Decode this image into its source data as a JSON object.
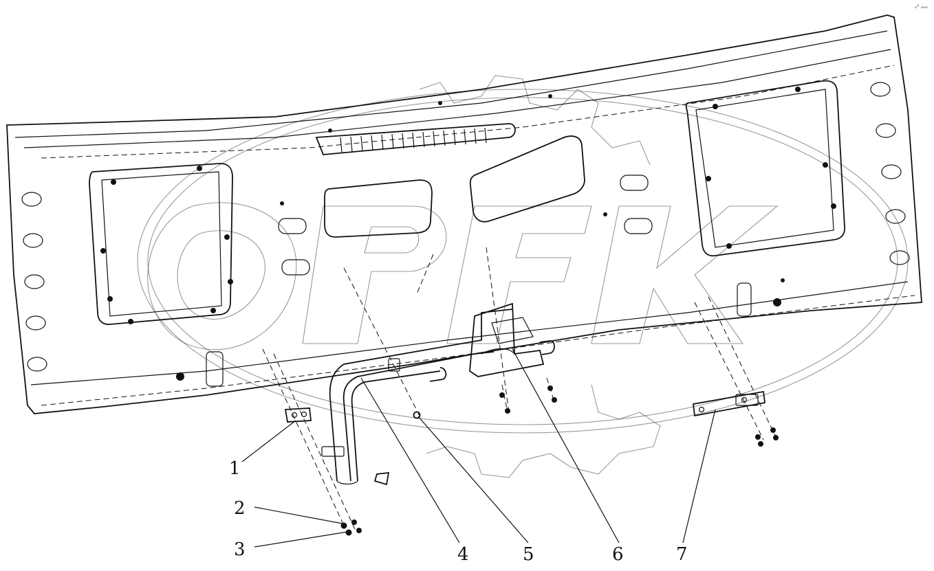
{
  "colors": {
    "line": "#111111",
    "background": "#ffffff",
    "watermark": "#444444"
  },
  "corner_mark": "ₒ⁰ ₒₒₒ",
  "callouts": [
    {
      "id": "1",
      "label": "1"
    },
    {
      "id": "2",
      "label": "2"
    },
    {
      "id": "3",
      "label": "3"
    },
    {
      "id": "4",
      "label": "4"
    },
    {
      "id": "5",
      "label": "5"
    },
    {
      "id": "6",
      "label": "6"
    },
    {
      "id": "7",
      "label": "7"
    }
  ],
  "watermark": {
    "logo_text": "OPFK"
  }
}
